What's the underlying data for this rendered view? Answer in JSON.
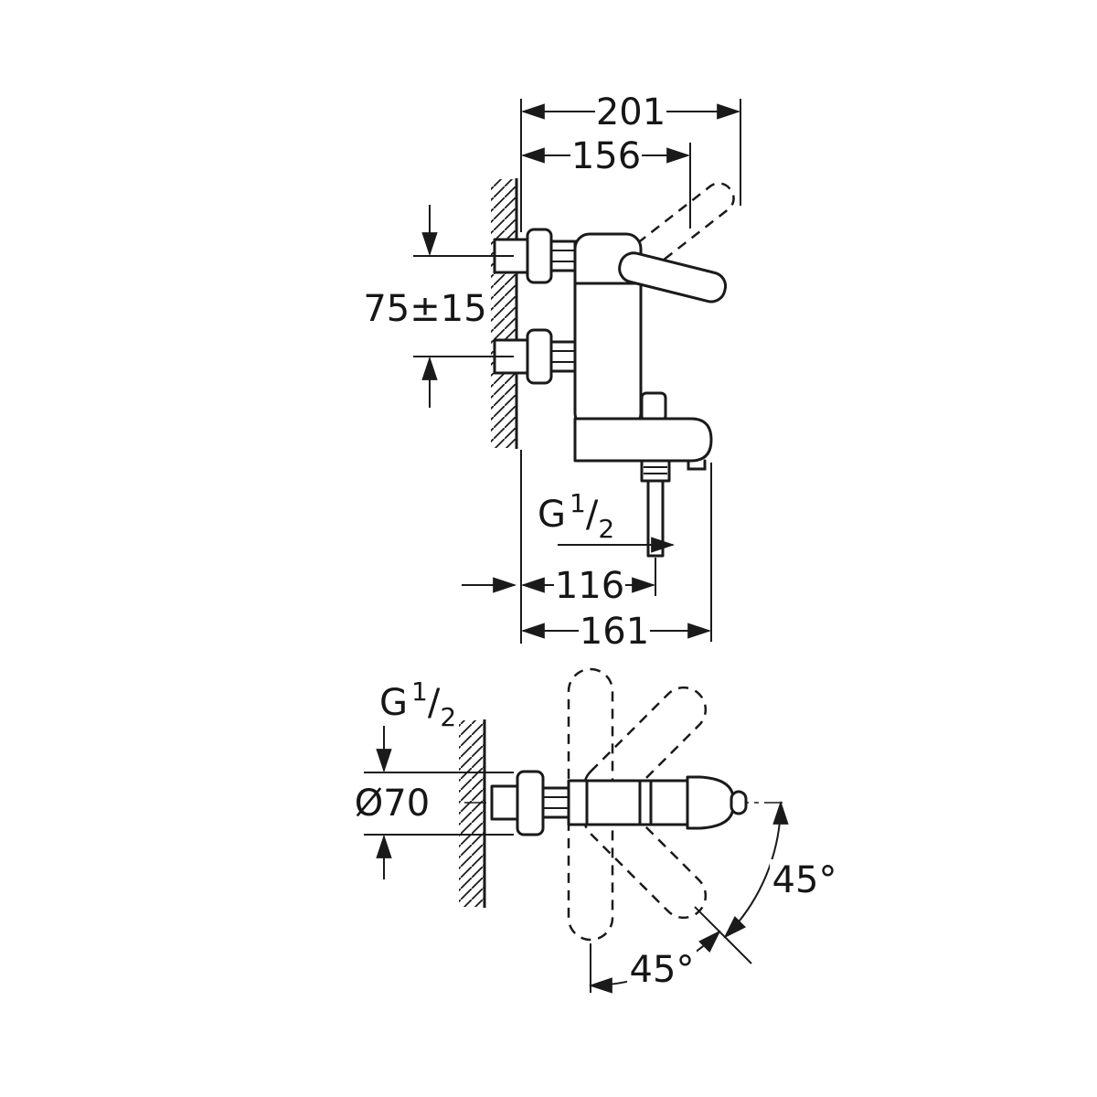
{
  "colors": {
    "background": "#ffffff",
    "line": "#1a1a1a"
  },
  "side_view": {
    "overall_depth": "201",
    "body_depth": "156",
    "inlet_spacing": "75±15",
    "thread": {
      "g": "G",
      "num": "1",
      "slash": "/",
      "den": "2"
    },
    "outlet_offset": "116",
    "spout_reach": "161"
  },
  "plan_view": {
    "thread": {
      "g": "G",
      "num": "1",
      "slash": "/",
      "den": "2"
    },
    "escutcheon_diameter": "Ø70",
    "swivel_angle_side": "45°",
    "swivel_angle_down": "45°"
  }
}
